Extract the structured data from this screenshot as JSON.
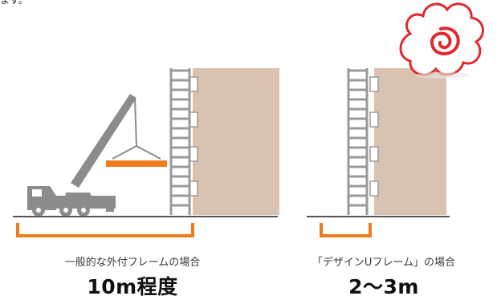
{
  "top_note": "ます。",
  "captions": {
    "left_label": "一般的な外付フレームの場合",
    "left_value": "10m程度",
    "right_label": "「デザインUフレーム」の場合",
    "right_value": "2〜3m"
  },
  "colors": {
    "building": "#d9c2b0",
    "scaffold": "#9a9a9a",
    "crane": "#8c8c8c",
    "accent_orange": "#ef7c1c",
    "logo_red": "#e02a2e",
    "ground": "#555555"
  },
  "icons": [
    "crane-truck-icon",
    "scaffold-icon",
    "building-icon",
    "brand-swirl-logo"
  ]
}
